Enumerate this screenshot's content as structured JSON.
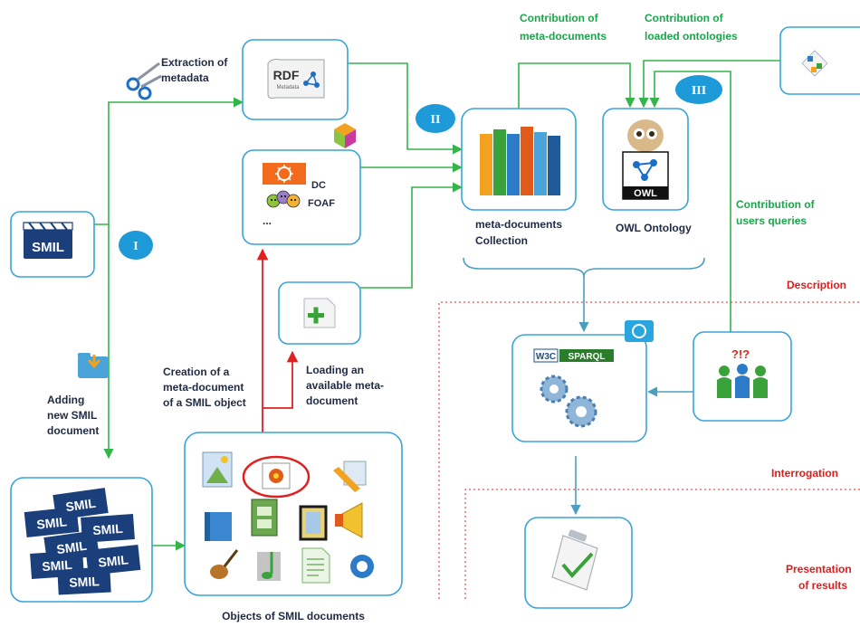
{
  "labels": {
    "extraction": [
      "Extraction of",
      "metadata"
    ],
    "adding": [
      "Adding",
      "new SMIL",
      "document"
    ],
    "creation": [
      "Creation of a",
      "meta-document",
      "of a SMIL object"
    ],
    "loading": [
      "Loading an",
      "available meta-",
      "document"
    ],
    "objects": "Objects of SMIL documents",
    "collection": [
      "meta-documents",
      "Collection"
    ],
    "owl_ontology": "OWL Ontology",
    "contrib_meta": [
      "Contribution of",
      "meta-documents"
    ],
    "contrib_onto": [
      "Contribution of",
      "loaded ontologies"
    ],
    "contrib_queries": [
      "Contribution of",
      "users queries"
    ],
    "description": "Description",
    "interrogation": "Interrogation",
    "presentation": [
      "Presentation",
      "of results"
    ]
  },
  "badges": {
    "one": "I",
    "two": "II",
    "three": "III"
  },
  "box_texts": {
    "smil": "SMIL",
    "rdf": "RDF",
    "rdf_sub": "Metadata",
    "dc": "DC",
    "foaf": "FOAF",
    "ellipsis": "...",
    "owl": "OWL",
    "w3c": "W3C",
    "sparql": "SPARQL",
    "query_marks": "?!?"
  },
  "colors": {
    "box_border": "#3aa3d9",
    "green_arrow": "#33b54a",
    "teal_arrow": "#4a9fc0",
    "red_arrow": "#e02020",
    "badge": "#1f9ad9",
    "label_dark": "#1f2a44",
    "label_green": "#1aa64a",
    "label_red": "#e01b1b"
  }
}
